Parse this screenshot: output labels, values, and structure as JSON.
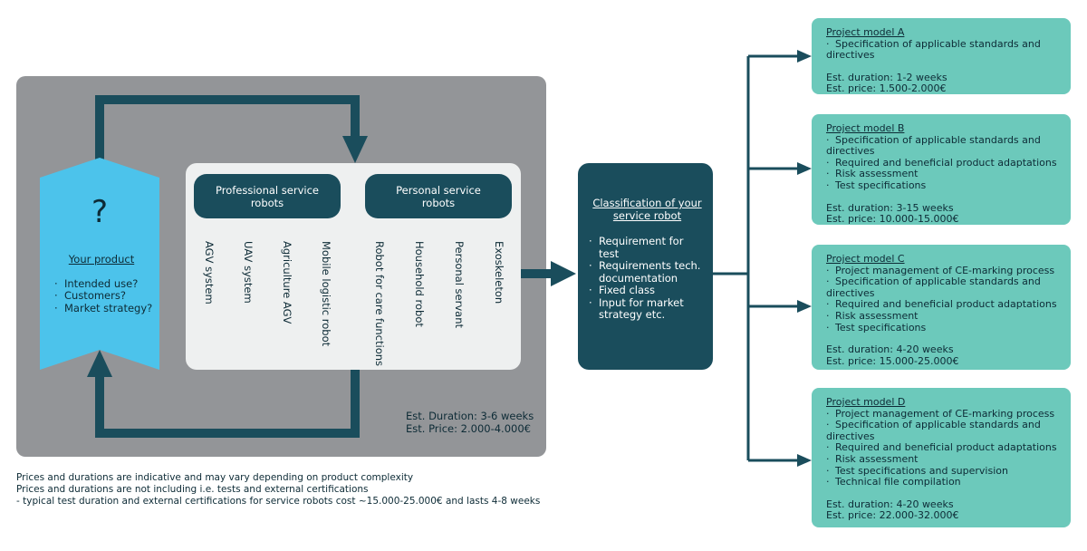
{
  "product": {
    "symbol": "?",
    "title": "Your product",
    "questions": [
      "Intended use?",
      "Customers?",
      "Market strategy?"
    ]
  },
  "categories": {
    "professional": "Professional service robots",
    "personal": "Personal service robots"
  },
  "robot_types": [
    "AGV system",
    "UAV system",
    "Agriculture AGV",
    "Mobile logistic robot",
    "Robot for care functions",
    "Household robot",
    "Personal servant",
    "Exoskeleton"
  ],
  "panel_estimate": {
    "duration": "Est. Duration: 3-6 weeks",
    "price": "Est. Price: 2.000-4.000€"
  },
  "classification": {
    "title": "Classification of your service robot",
    "items": [
      "Requirement for test",
      "Requirements tech. documentation",
      "Fixed class",
      "Input for market strategy etc."
    ]
  },
  "models": [
    {
      "title": "Project model A",
      "items": [
        "Specification of applicable standards and directives"
      ],
      "duration": "Est. duration: 1-2 weeks",
      "price": "Est. price: 1.500-2.000€"
    },
    {
      "title": "Project model B",
      "items": [
        "Specification of applicable standards and directives",
        "Required and beneficial product adaptations",
        "Risk assessment",
        "Test specifications"
      ],
      "duration": "Est. duration: 3-15 weeks",
      "price": "Est. price: 10.000-15.000€"
    },
    {
      "title": "Project model C",
      "items": [
        "Project management of CE-marking process",
        "Specification of applicable standards and directives",
        "Required and beneficial product adaptations",
        "Risk assessment",
        "Test specifications"
      ],
      "duration": "Est. duration: 4-20 weeks",
      "price": "Est. price: 15.000-25.000€"
    },
    {
      "title": "Project model D",
      "items": [
        "Project management of CE-marking process",
        "Specification of applicable standards and directives",
        "Required and beneficial product adaptations",
        "Risk assessment",
        "Test specifications and supervision",
        "Technical file compilation"
      ],
      "duration": "Est. duration: 4-20 weeks",
      "price": "Est. price: 22.000-32.000€"
    }
  ],
  "footnote": [
    "Prices and durations are indicative and may vary depending on product complexity",
    "Prices and durations are not including i.e. tests and external certifications",
    "- typical test duration and external certifications for service robots cost ~15.000-25.000€ and lasts 4-8 weeks"
  ],
  "colors": {
    "dark_teal": "#1a4d5c",
    "light_blue": "#4cc3eb",
    "teal": "#6cc9bb",
    "gray": "#939598"
  }
}
